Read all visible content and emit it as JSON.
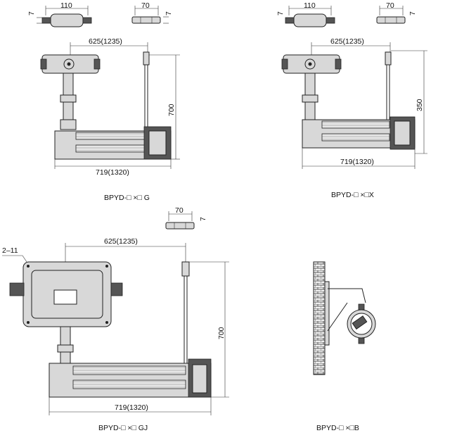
{
  "dimensions": {
    "clip_110": "110",
    "clip_70": "70",
    "clip_7": "7",
    "width_625": "625(1235)",
    "height_700": "700",
    "height_350": "350",
    "width_719": "719(1320)",
    "label_2_11": "2–11"
  },
  "captions": {
    "g": "BPYD-□ ×□ G",
    "x": "BPYD-□ ×□X",
    "gj": "BPYD-□ ×□ GJ",
    "b": "BPYD-□ ×□B"
  },
  "colors": {
    "line": "#222222",
    "fill": "#d8d8d8",
    "dark": "#555555"
  }
}
